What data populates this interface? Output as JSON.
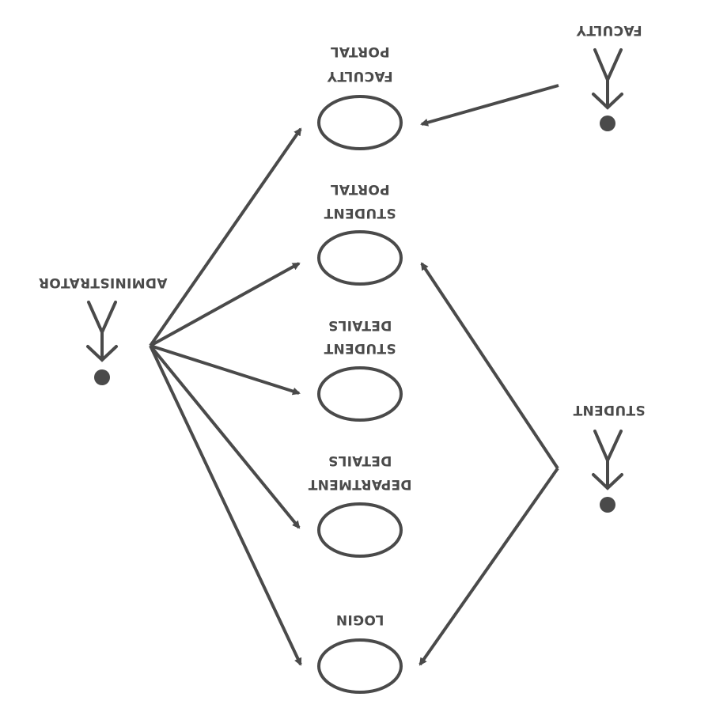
{
  "diagram": {
    "actors": {
      "administrator": "ADMINISTRATOR",
      "faculty": "FACULTY",
      "student": "STUDENT"
    },
    "use_cases": {
      "faculty_portal": [
        "PORTAL",
        "FACULTY"
      ],
      "student_portal": [
        "PORTAL",
        "STUDENT"
      ],
      "student_details": [
        "DETAILS",
        "STUDENT"
      ],
      "department_details": [
        "DETAILS",
        "DEPARTMENT"
      ],
      "login": [
        "LOGIN"
      ]
    },
    "colors": {
      "ink": "#4a4a4a",
      "background": "#ffffff"
    }
  }
}
